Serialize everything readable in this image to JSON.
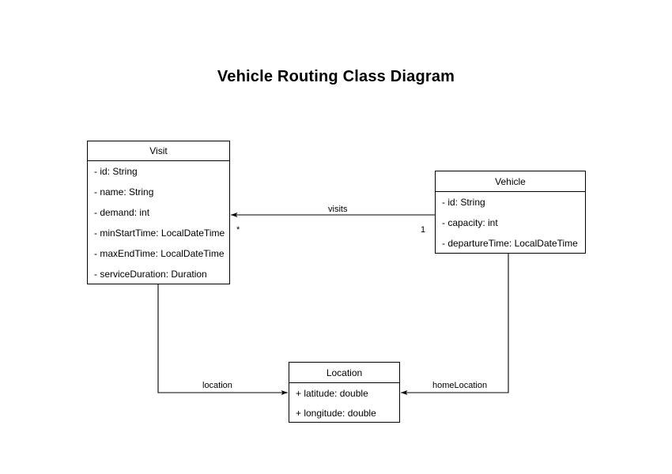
{
  "diagram": {
    "title": "Vehicle Routing Class Diagram",
    "type": "uml-class-diagram",
    "background": "#ffffff",
    "stroke": "#000000",
    "classes": [
      {
        "id": "visit",
        "name": "Visit",
        "attributes": [
          "- id: String",
          "- name: String",
          "- demand: int",
          "- minStartTime: LocalDateTime",
          "- maxEndTime: LocalDateTime",
          "- serviceDuration: Duration"
        ]
      },
      {
        "id": "vehicle",
        "name": "Vehicle",
        "attributes": [
          "- id: String",
          "- capacity: int",
          "- departureTime: LocalDateTime"
        ]
      },
      {
        "id": "location",
        "name": "Location",
        "attributes": [
          "+ latitude: double",
          "+ longitude: double"
        ]
      }
    ],
    "relationships": [
      {
        "id": "visits",
        "label": "visits",
        "from": "Vehicle",
        "to": "Visit",
        "source_multiplicity": "1",
        "target_multiplicity": "*",
        "arrow": "open-arrow-at-target"
      },
      {
        "id": "location",
        "label": "location",
        "from": "Visit",
        "to": "Location",
        "source_multiplicity": "",
        "target_multiplicity": "",
        "arrow": "open-arrow-at-target"
      },
      {
        "id": "homeLocation",
        "label": "homeLocation",
        "from": "Vehicle",
        "to": "Location",
        "source_multiplicity": "",
        "target_multiplicity": "",
        "arrow": "open-arrow-at-target"
      }
    ]
  }
}
